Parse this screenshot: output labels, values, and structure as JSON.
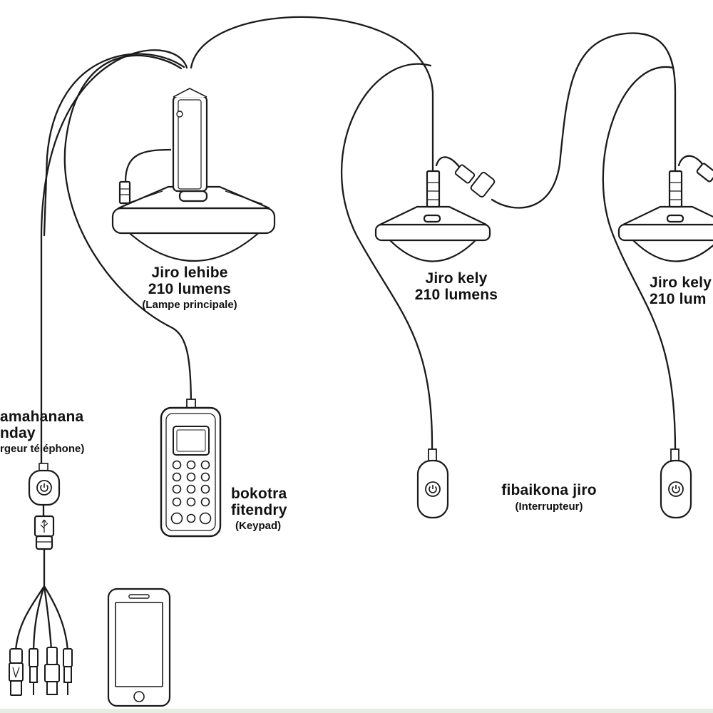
{
  "labels": {
    "main_lamp": {
      "line1": "Jiro lehibe",
      "line2": "210 lumens",
      "sub": "(Lampe principale)"
    },
    "small_lamp_1": {
      "line1": "Jiro kely",
      "line2": "210 lumens"
    },
    "small_lamp_2": {
      "line1": "Jiro kely",
      "line2": "210 lum"
    },
    "charger": {
      "line1": "amahanana",
      "line2": "nday",
      "sub": "rgeur téléphone)"
    },
    "keypad": {
      "line1": "bokotra",
      "line2": "fitendry",
      "sub": "(Keypad)"
    },
    "switch": {
      "line1": "fibaikona jiro",
      "sub": "(Interrupteur)"
    }
  },
  "colors": {
    "line": "#1a1a1a",
    "background": "#ffffff",
    "footer": "#e8ede4"
  },
  "icons": [
    "power-icon",
    "usb-icon",
    "smartphone-icon",
    "connector-icon"
  ]
}
